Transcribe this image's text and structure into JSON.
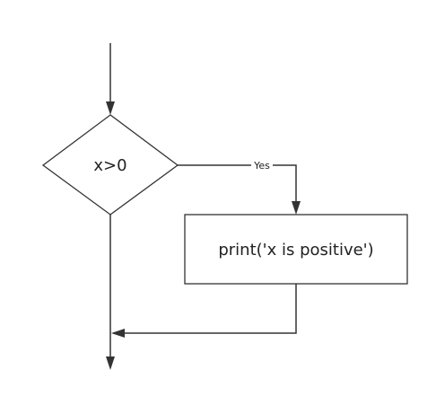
{
  "diagram": {
    "type": "flowchart",
    "nodes": [
      {
        "id": "decision",
        "shape": "diamond",
        "text": "x>0"
      },
      {
        "id": "process",
        "shape": "rectangle",
        "text": "print('x is positive')"
      }
    ],
    "edges": [
      {
        "from": "start",
        "to": "decision",
        "label": ""
      },
      {
        "from": "decision",
        "to": "process",
        "label": "Yes"
      },
      {
        "from": "decision",
        "to": "end",
        "label": ""
      },
      {
        "from": "process",
        "to": "merge",
        "label": ""
      }
    ],
    "colors": {
      "stroke": "#333333",
      "text": "#222222",
      "background": "#ffffff"
    }
  }
}
